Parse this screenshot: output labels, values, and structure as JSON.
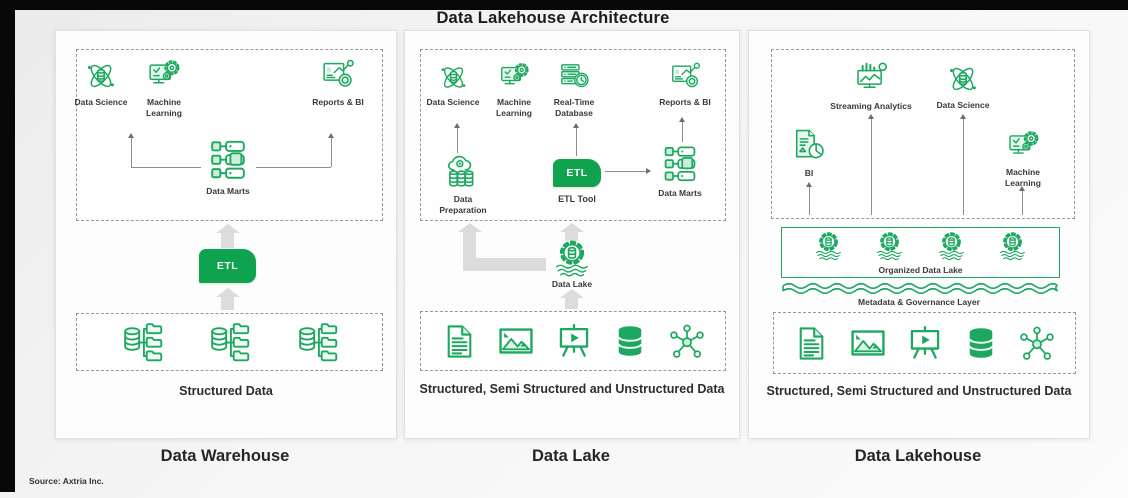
{
  "title": "Data Lakehouse Architecture",
  "source_note": "Source: Axtria Inc.",
  "colors": {
    "icon_green": "#1ca95f",
    "etl_green": "#0fa24f",
    "thick_arrow_gray": "#dcdcdc",
    "line_gray": "#8d8d8d"
  },
  "panels": {
    "warehouse": {
      "title": "Data Warehouse",
      "nodes": {
        "data_science": "Data Science",
        "machine_learning": "Machine Learning",
        "reports_bi": "Reports & BI",
        "data_marts": "Data Marts",
        "etl": "ETL"
      },
      "sources_caption": "Structured Data"
    },
    "lake": {
      "title": "Data Lake",
      "nodes": {
        "data_science": "Data Science",
        "machine_learning": "Machine Learning",
        "realtime_database": "Real-Time Database",
        "reports_bi": "Reports & BI",
        "data_preparation": "Data Preparation",
        "etl": "ETL",
        "etl_tool": "ETL Tool",
        "data_marts": "Data Marts",
        "data_lake": "Data Lake"
      },
      "sources_caption": "Structured, Semi Structured and Unstructured Data"
    },
    "lakehouse": {
      "title": "Data Lakehouse",
      "nodes": {
        "streaming_analytics": "Streaming Analytics",
        "data_science": "Data Science",
        "bi": "BI",
        "machine_learning": "Machine Learning",
        "organized_data_lake": "Organized Data Lake",
        "governance_layer": "Metadata & Governance Layer"
      },
      "sources_caption": "Structured, Semi Structured and Unstructured Data"
    }
  }
}
